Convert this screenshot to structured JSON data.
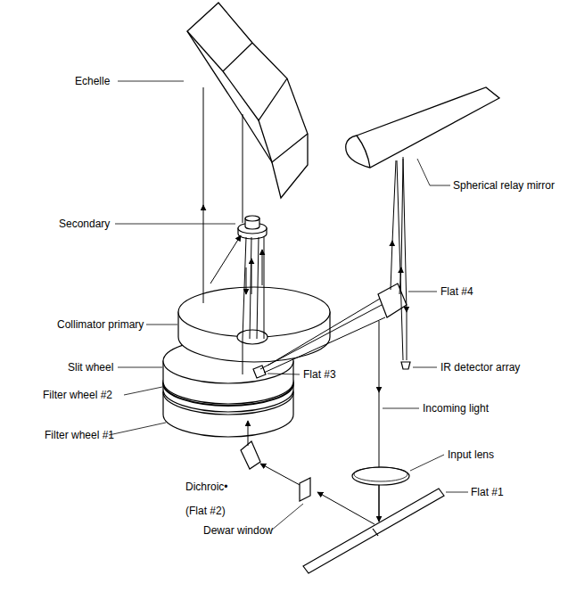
{
  "diagram": {
    "labels": [
      "Echelle",
      "Spherical relay mirror",
      "Secondary",
      "Flat #4",
      "Collimator primary",
      "Slit wheel",
      "Flat #3",
      "IR detector array",
      "Filter wheel #2",
      "Incoming light",
      "Filter wheel #1",
      "Input lens",
      "Flat #1",
      "Dichroic•",
      "(Flat #2)",
      "Dewar window"
    ]
  }
}
